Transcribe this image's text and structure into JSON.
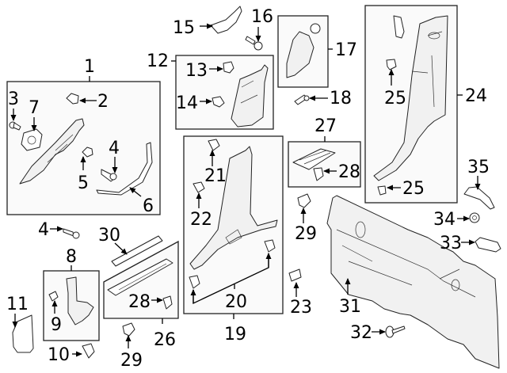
{
  "diagram": {
    "title": "Interior trim parts exploded view",
    "groups": [
      {
        "id": "1",
        "label": "1",
        "contains": [
          "2",
          "3",
          "4",
          "5",
          "6",
          "7"
        ]
      },
      {
        "id": "8",
        "label": "8",
        "contains": [
          "9"
        ]
      },
      {
        "id": "12",
        "label": "12",
        "contains": [
          "13",
          "14"
        ]
      },
      {
        "id": "17",
        "label": "17",
        "contains": []
      },
      {
        "id": "19",
        "label": "19",
        "contains": [
          "20",
          "21",
          "22"
        ]
      },
      {
        "id": "24",
        "label": "24",
        "contains": [
          "25"
        ]
      },
      {
        "id": "26",
        "label": "26",
        "contains": [
          "28"
        ]
      },
      {
        "id": "27",
        "label": "27",
        "contains": [
          "28"
        ]
      }
    ],
    "callouts": {
      "c1": "1",
      "c2": "2",
      "c3": "3",
      "c4a": "4",
      "c4b": "4",
      "c5": "5",
      "c6": "6",
      "c7": "7",
      "c8": "8",
      "c9": "9",
      "c10": "10",
      "c11": "11",
      "c12": "12",
      "c13": "13",
      "c14": "14",
      "c15": "15",
      "c16": "16",
      "c17": "17",
      "c18": "18",
      "c19": "19",
      "c20": "20",
      "c21": "21",
      "c22": "22",
      "c23": "23",
      "c24": "24",
      "c25a": "25",
      "c25b": "25",
      "c26": "26",
      "c27": "27",
      "c28a": "28",
      "c28b": "28",
      "c29a": "29",
      "c29b": "29",
      "c30": "30",
      "c31": "31",
      "c32": "32",
      "c33": "33",
      "c34": "34",
      "c35": "35"
    },
    "colors": {
      "line": "#000000",
      "box_fill": "#fafafa",
      "part_fill": "#ffffff"
    }
  }
}
